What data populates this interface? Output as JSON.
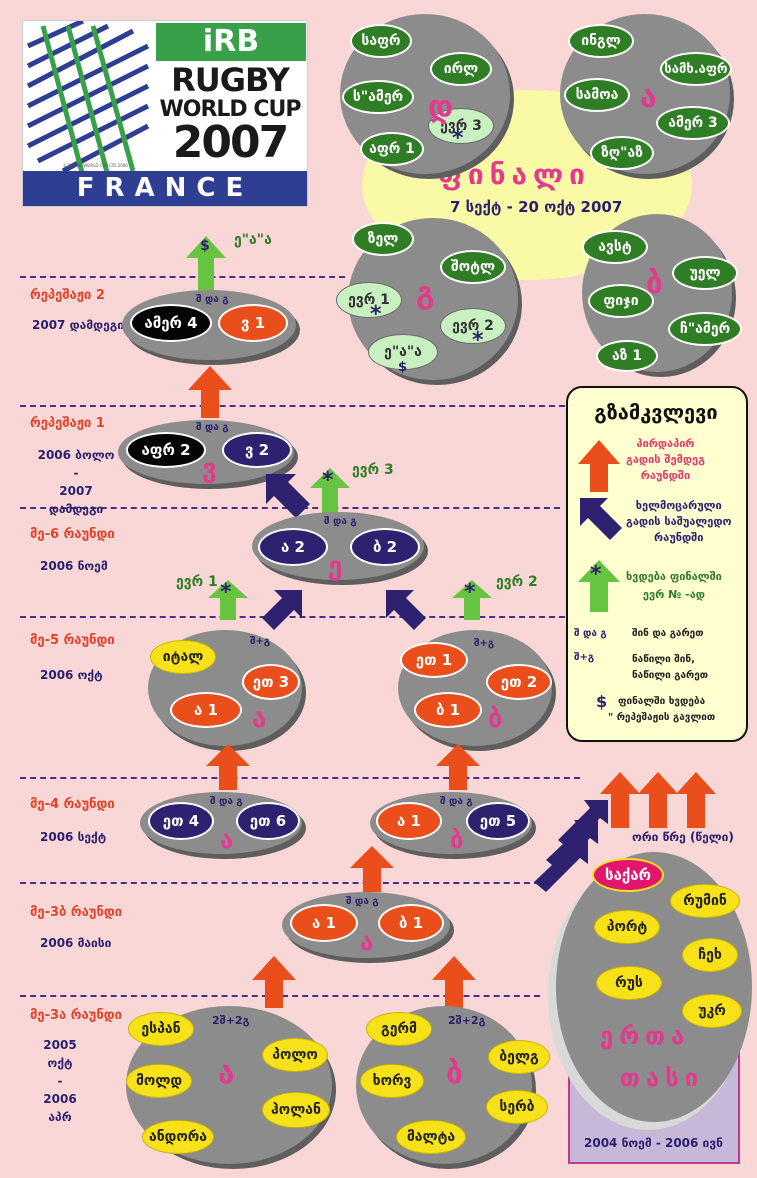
{
  "logo": {
    "irb": "iRB",
    "rugby": "RUGBY",
    "worldcup": "WORLD CUP",
    "year": "2007",
    "country": "FRANCE",
    "small": "© RUGBY WORLD CUP LTD 2006"
  },
  "rounds": [
    {
      "label": "რეპეშაჟი 2",
      "date": [
        "2007 დამდეგი"
      ]
    },
    {
      "label": "რეპეშაჟი 1",
      "date": [
        "2006 ბოლო",
        "-",
        "2007 დამდეგი"
      ]
    },
    {
      "label": "მე-6 რაუნდი",
      "date": [
        "2006 ნოემ"
      ]
    },
    {
      "label": "მე-5 რაუნდი",
      "date": [
        "2006 ოქტ"
      ]
    },
    {
      "label": "მე-4 რაუნდი",
      "date": [
        "2006 სექტ"
      ]
    },
    {
      "label": "მე-3ბ რაუნდი",
      "date": [
        "2006 მაისი"
      ]
    },
    {
      "label": "მე-3ა რაუნდი",
      "date": [
        "2005 ოქტ",
        "-",
        "2006 აპრ"
      ]
    }
  ],
  "final": {
    "title": "ფინალი",
    "dates": "7 სექტ - 20 ოქტ 2007"
  },
  "pool_d": {
    "letter": "დ",
    "teams": [
      "საფრ",
      "ირლ",
      "ს\"ამერ",
      "აფრ 1"
    ],
    "slot": "ევრ 3"
  },
  "pool_a": {
    "letter": "ა",
    "teams": [
      "ინგლ",
      "სამხ.აფრ",
      "სამოა",
      "ამერ 3",
      "ზღ\"აზ"
    ]
  },
  "pool_c": {
    "letter": "გ",
    "teams": [
      "ზელ",
      "შოტლ",
      "ევრ 1",
      "ევრ 2"
    ],
    "slot": "ე\"ა\"ა",
    "dollar": "$"
  },
  "pool_b": {
    "letter": "ბ",
    "teams": [
      "ავსტ",
      "უელ",
      "ფიჯი",
      "ჩ\"ამერ",
      "აზ 1"
    ]
  },
  "repechage2": {
    "hg": "შ და გ",
    "a": "ამერ 4",
    "b": "ვ 1",
    "promo": "ე\"ა\"ა",
    "dollar": "$"
  },
  "repechage1": {
    "hg": "შ და გ",
    "a": "აფრ 2",
    "b": "ვ 2",
    "letter": "ვ"
  },
  "round6": {
    "hg": "შ და გ",
    "a": "ა 2",
    "b": "ბ 2",
    "letter": "ე",
    "promo": "ევრ 3"
  },
  "round5": {
    "a": {
      "hg": "შ+გ",
      "teams": [
        "იტალ",
        "ეთ 3",
        "ა 1"
      ],
      "letter": "ა",
      "promo": "ევრ 1"
    },
    "b": {
      "hg": "შ+გ",
      "teams": [
        "ეთ 1",
        "ეთ 2",
        "ბ 1"
      ],
      "letter": "ბ",
      "promo": "ევრ 2"
    }
  },
  "round4": {
    "a": {
      "hg": "შ და გ",
      "a": "ეთ 4",
      "b": "ეთ 6",
      "letter": "ა"
    },
    "b": {
      "hg": "შ და გ",
      "a": "ა 1",
      "b": "ეთ 5",
      "letter": "ბ"
    }
  },
  "round3b": {
    "hg": "შ და გ",
    "a": "ა 1",
    "b": "ბ 1",
    "letter": "ა"
  },
  "round3a": {
    "a": {
      "hg": "2შ+2გ",
      "teams": [
        "ესპან",
        "პოლო",
        "მოლდ",
        "ჰოლან",
        "ანდორა"
      ],
      "letter": "ა"
    },
    "b": {
      "hg": "2შ+2გ",
      "teams": [
        "გერმ",
        "ბელგ",
        "ხორვ",
        "სერბ",
        "მალტა"
      ],
      "letter": "ბ"
    }
  },
  "nations": {
    "teams": [
      "საქარ",
      "რუმინ",
      "პორტ",
      "ჩეხ",
      "რუს",
      "უკრ"
    ],
    "title1": "ერთა",
    "title2": "თასი",
    "period": "2004 ნოემ - 2006 ივნ",
    "twoRounds": "ორი წრე (წელი)"
  },
  "legend": {
    "title": "გზამკვლევი",
    "red": [
      "პირდაპირ",
      "გადის შემდეგ",
      "რაუნდში"
    ],
    "navy": [
      "ხელმოცარული",
      "გადის საშუალედო",
      "რაუნდში"
    ],
    "green": [
      "ხვდება ფინალში",
      "ევრ № -ად"
    ],
    "hg1a": "შ და გ",
    "hg1b": "შინ და გარეთ",
    "hg2a": "შ+გ",
    "hg2b": "ნაწილი შინ,",
    "hg2c": "ნაწილი გარეთ",
    "dollar": "$",
    "dollar1": "ფინალში ხვდება",
    "dollar2": "\" რეპეშაჟის გავლით"
  },
  "colors": {
    "bg": "#f9d7d7",
    "red": "#e94e1b",
    "navy": "#2e2170",
    "green": "#67c441",
    "yellow": "#f7e21a",
    "finalyellow": "#fafaa6"
  }
}
